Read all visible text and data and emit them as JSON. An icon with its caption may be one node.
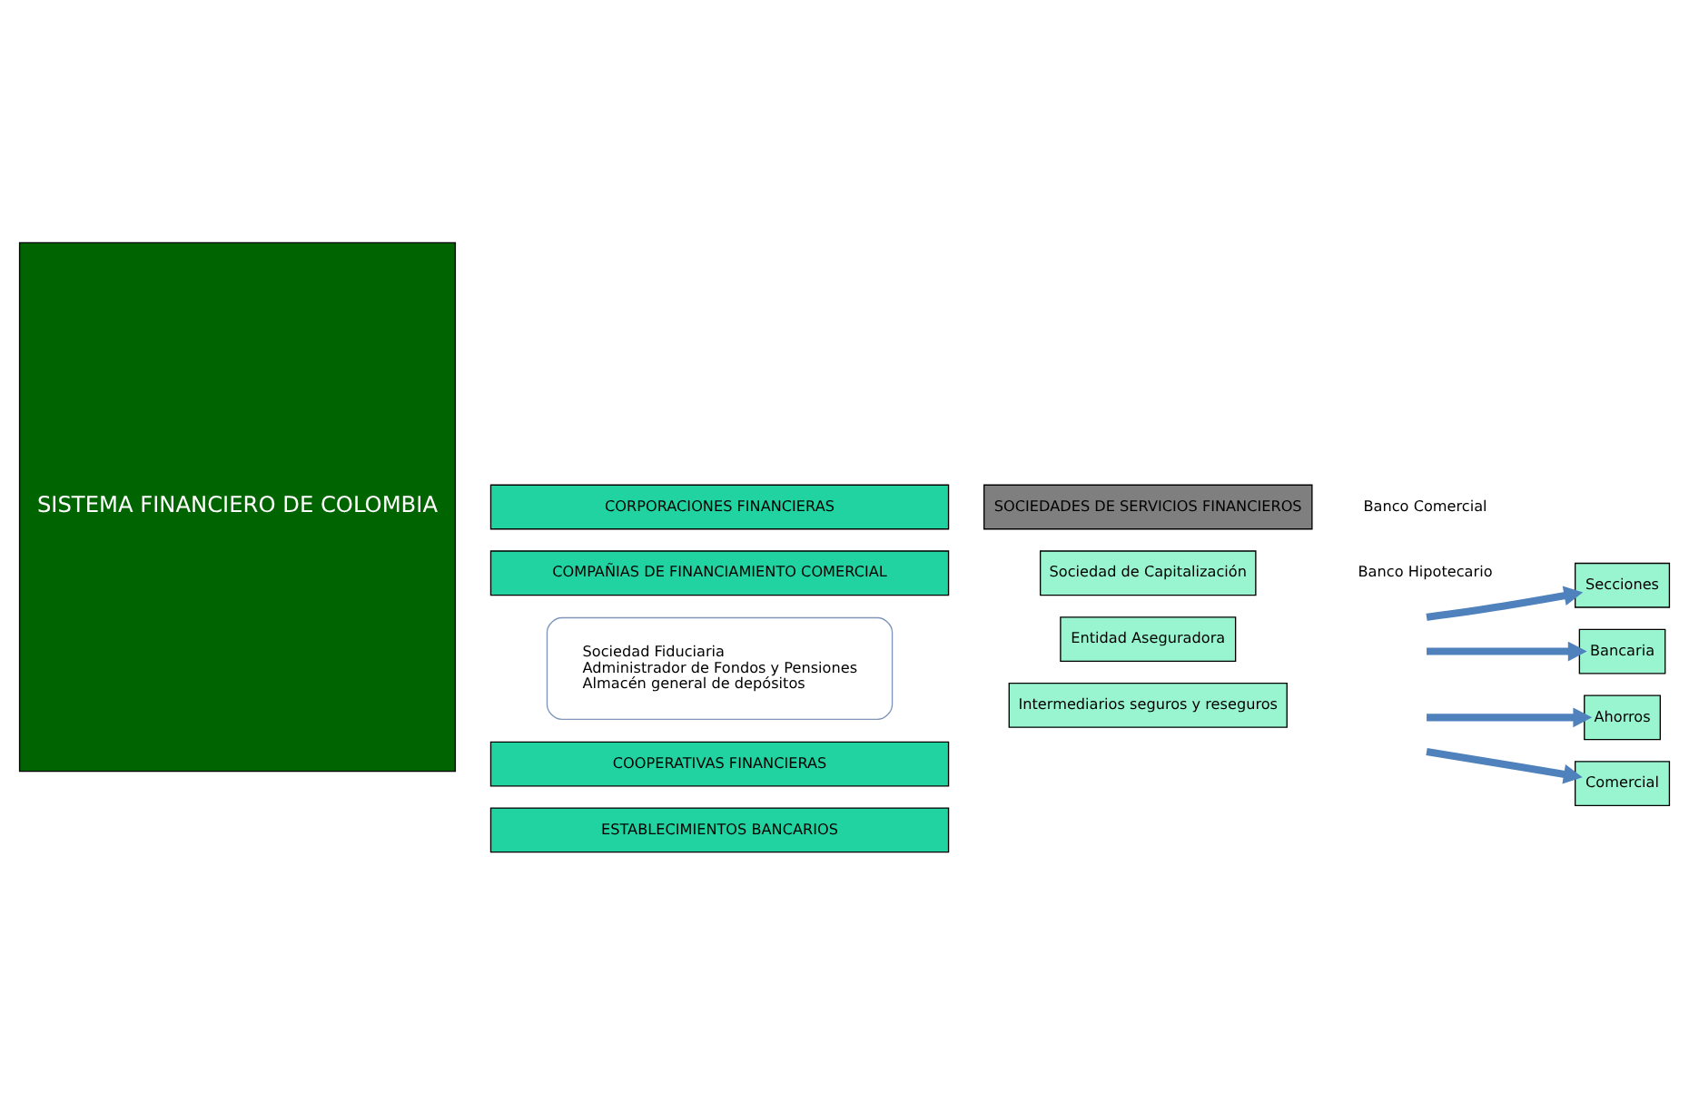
{
  "diagram": {
    "nodes": [
      {
        "text": [
          "SISTEMA FINANCIERO DE COLOMBIA"
        ]
      },
      {
        "text": [
          "CORPORACIONES FINANCIERAS"
        ]
      },
      {
        "text": [
          "COMPAÑIAS DE FINANCIAMIENTO COMERCIAL"
        ]
      },
      {
        "text": [
          "Sociedad Fiduciaria",
          "Administrador de Fondos y Pensiones",
          "Almacén general de depósitos"
        ]
      },
      {
        "text": [
          "SOCIEDADES DE SERVICIOS FINANCIEROS"
        ]
      },
      {
        "text": [
          "Sociedad de Capitalización"
        ]
      },
      {
        "text": [
          "Entidad Aseguradora"
        ]
      },
      {
        "text": [
          "Intermediarios seguros y reseguros"
        ]
      },
      {
        "text": [
          "COOPERATIVAS FINANCIERAS"
        ]
      },
      {
        "text": [
          "ESTABLECIMIENTOS BANCARIOS"
        ]
      },
      {
        "text": [
          "Secciones"
        ]
      },
      {
        "text": [
          "Bancaria"
        ]
      },
      {
        "text": [
          "Ahorros"
        ]
      },
      {
        "text": [
          "Comercial"
        ]
      }
    ],
    "edges": [
      {
        "from": null,
        "to": 10,
        "arrow": "to"
      },
      {
        "from": null,
        "to": 11,
        "arrow": "to"
      },
      {
        "from": null,
        "to": 12,
        "arrow": "to"
      },
      {
        "from": null,
        "to": 13,
        "arrow": "to"
      }
    ],
    "labels": [
      "Banco Comercial",
      "Banco Hipotecario"
    ]
  }
}
